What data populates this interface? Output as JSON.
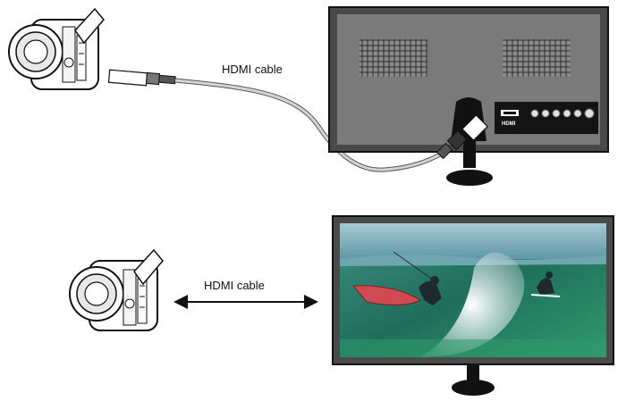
{
  "labels": {
    "top_cable": "HDMI cable",
    "bottom_cable": "HDMI cable",
    "tv_port": "HDMI"
  },
  "colors": {
    "tv_frame": "#4a4a4a",
    "tv_panel": "#7a7a7a",
    "stand": "#111111",
    "cable": "#c8c8c8",
    "sky": "#8fb8c8",
    "sea": "#2f7a6a",
    "wave": "#e6eef0"
  },
  "icons": [
    "camera-icon",
    "hdmi-plug-icon",
    "double-arrow-icon",
    "tv-icon"
  ]
}
